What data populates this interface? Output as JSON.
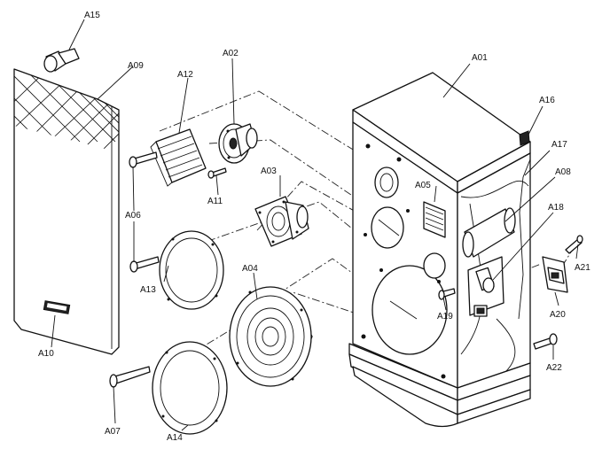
{
  "labels": {
    "A01": "A01",
    "A02": "A02",
    "A03": "A03",
    "A04": "A04",
    "A05": "A05",
    "A06": "A06",
    "A07": "A07",
    "A08": "A08",
    "A09": "A09",
    "A10": "A10",
    "A11": "A11",
    "A12": "A12",
    "A13": "A13",
    "A14": "A14",
    "A15": "A15",
    "A16": "A16",
    "A17": "A17",
    "A18": "A18",
    "A19": "A19",
    "A20": "A20",
    "A21": "A21",
    "A22": "A22"
  }
}
